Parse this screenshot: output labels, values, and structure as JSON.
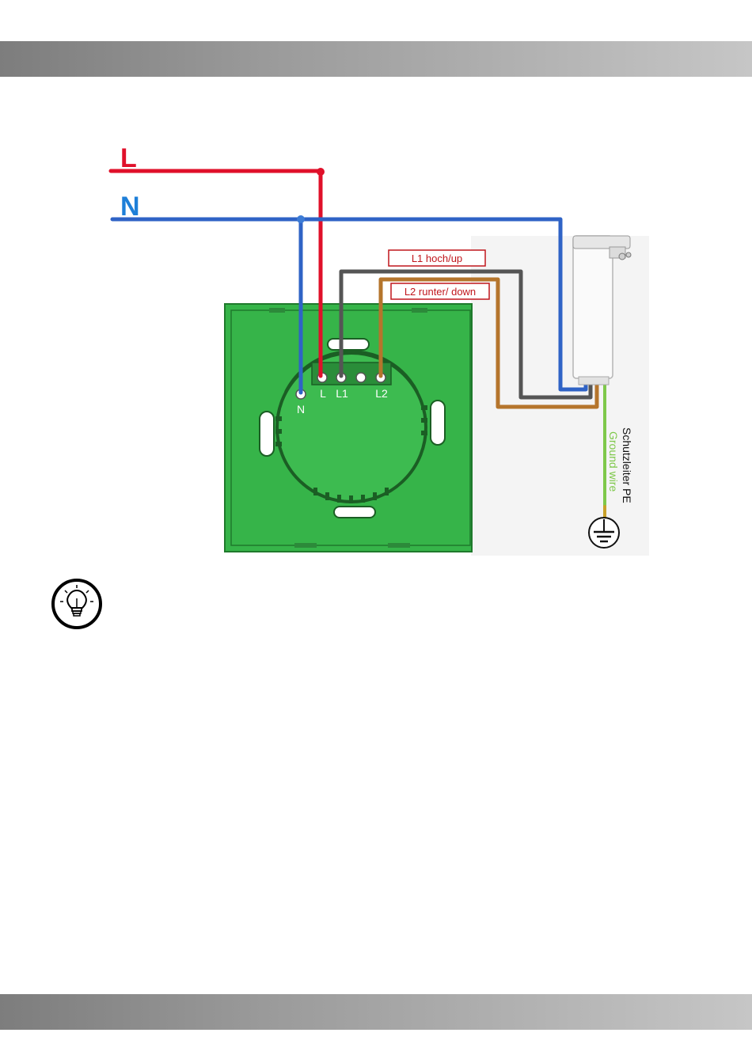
{
  "diagram": {
    "line_label": "L",
    "neutral_label": "N",
    "callout_l1": "L1 hoch/up",
    "callout_l2": "L2 runter/ down",
    "terminals": {
      "n": "N",
      "l": "L",
      "l1": "L1",
      "l2": "L2"
    },
    "ground_label_de": "Schutzleiter PE",
    "ground_label_en": "Ground wire",
    "colors": {
      "line": "#e0102a",
      "neutral": "#2f63c6",
      "neutral_label": "#1e7fd8",
      "l1_wire": "#555555",
      "l2_wire": "#b5752c",
      "ground_wire": "#7ec84a",
      "switch_plate": "#38b44a",
      "callout_text": "#c0161c"
    }
  },
  "icons": {
    "tip": "lightbulb-icon",
    "ground": "ground-symbol-icon",
    "motor": "tubular-motor-icon"
  }
}
